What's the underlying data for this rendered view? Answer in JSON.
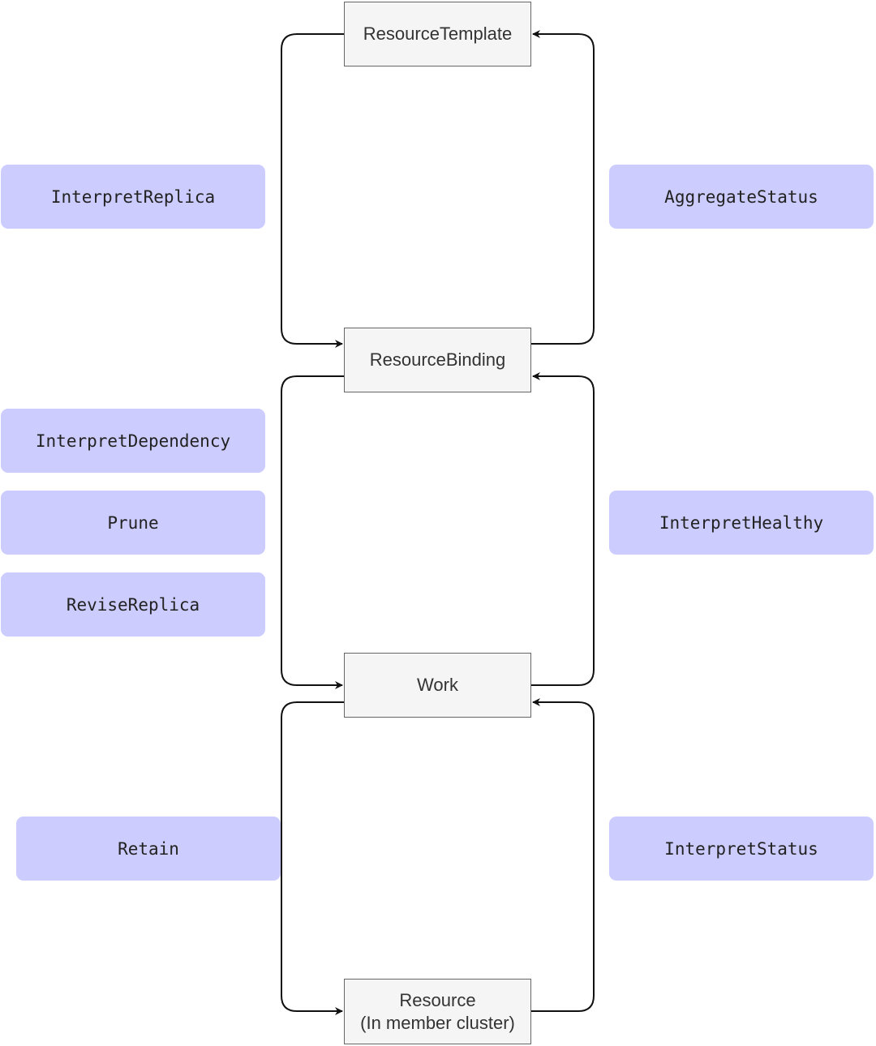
{
  "nodes": {
    "resource_template": "ResourceTemplate",
    "resource_binding": "ResourceBinding",
    "work": "Work",
    "resource": {
      "line1": "Resource",
      "line2": "(In member cluster)"
    }
  },
  "operations_left": {
    "interpret_replica": "InterpretReplica",
    "interpret_dependency": "InterpretDependency",
    "prune": "Prune",
    "revise_replica": "ReviseReplica",
    "retain": "Retain"
  },
  "operations_right": {
    "aggregate_status": "AggregateStatus",
    "interpret_healthy": "InterpretHealthy",
    "interpret_status": "InterpretStatus"
  },
  "colors": {
    "operation_fill": "#ccccff",
    "node_fill": "#f5f5f5",
    "node_border": "#666666",
    "edge": "#111111"
  }
}
